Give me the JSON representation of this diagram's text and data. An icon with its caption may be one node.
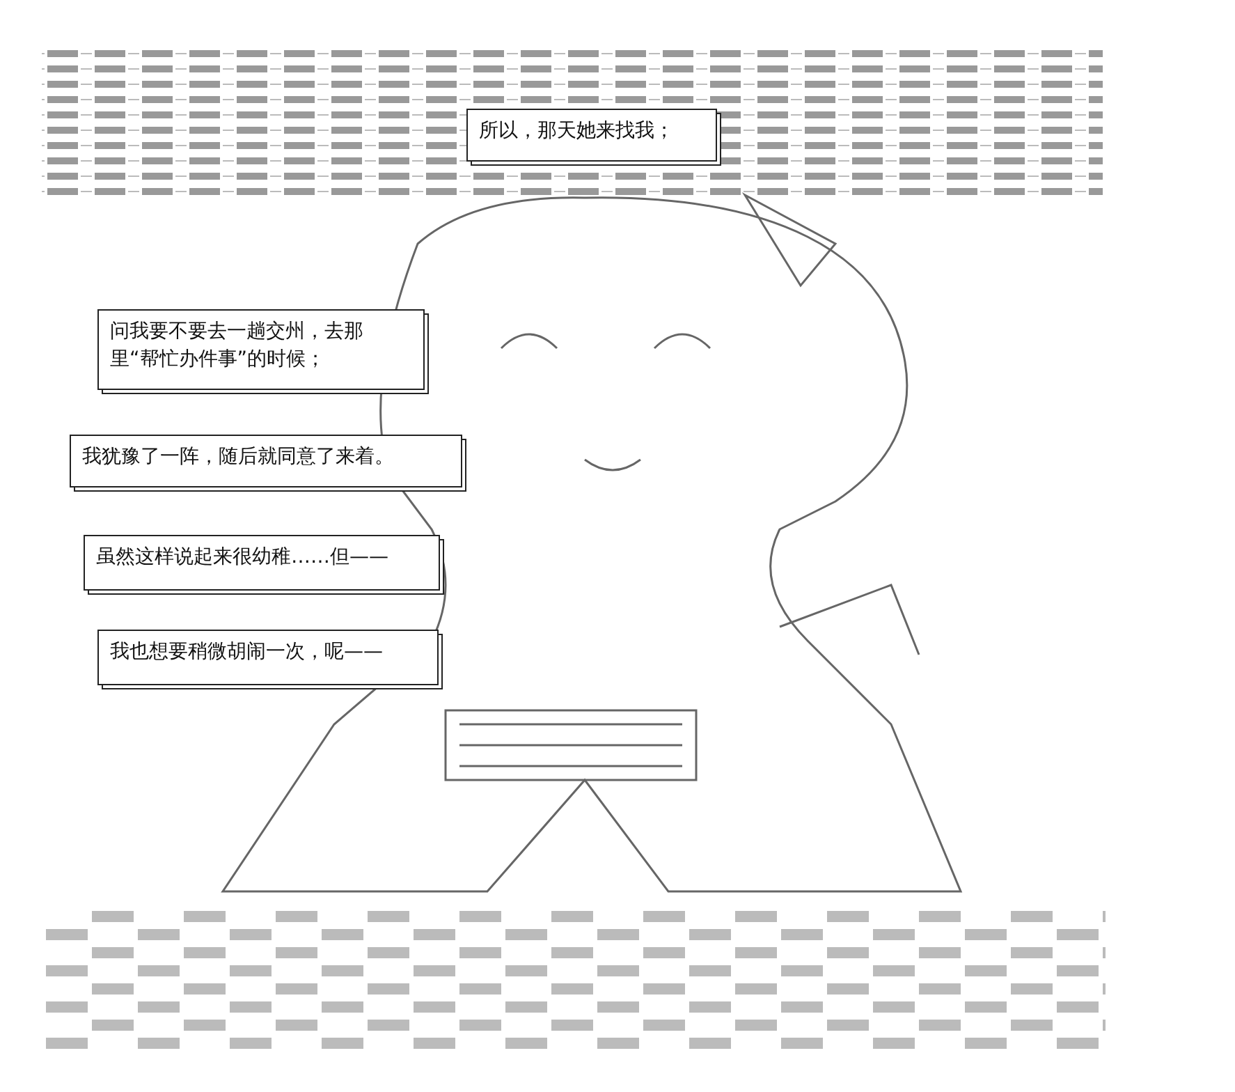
{
  "diagram": {
    "nodes": [
      {
        "text": [
          "所以，那天她来找我；"
        ]
      },
      {
        "text": [
          "问我要不要去一趟交州，去那里“帮忙办件事”的时候；"
        ]
      },
      {
        "text": [
          "我犹豫了一阵，随后就同意了来着。"
        ]
      },
      {
        "text": [
          "虽然这样说起来很幼稚……但——"
        ]
      },
      {
        "text": [
          "我也想要稍微胡闹一次，呢——"
        ]
      }
    ]
  }
}
